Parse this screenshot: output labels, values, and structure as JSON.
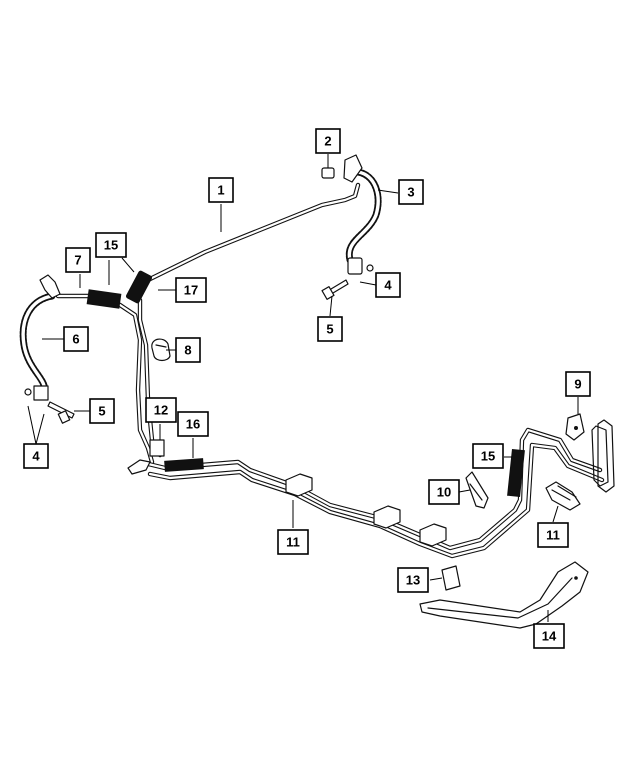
{
  "callouts": [
    {
      "id": "c1",
      "label": "1"
    },
    {
      "id": "c2",
      "label": "2"
    },
    {
      "id": "c3",
      "label": "3"
    },
    {
      "id": "c4a",
      "label": "4"
    },
    {
      "id": "c4b",
      "label": "4"
    },
    {
      "id": "c5a",
      "label": "5"
    },
    {
      "id": "c5b",
      "label": "5"
    },
    {
      "id": "c6",
      "label": "6"
    },
    {
      "id": "c7",
      "label": "7"
    },
    {
      "id": "c8",
      "label": "8"
    },
    {
      "id": "c9",
      "label": "9"
    },
    {
      "id": "c10",
      "label": "10"
    },
    {
      "id": "c11a",
      "label": "11"
    },
    {
      "id": "c11b",
      "label": "11"
    },
    {
      "id": "c12",
      "label": "12"
    },
    {
      "id": "c13",
      "label": "13"
    },
    {
      "id": "c14",
      "label": "14"
    },
    {
      "id": "c15a",
      "label": "15"
    },
    {
      "id": "c15b",
      "label": "15"
    },
    {
      "id": "c16",
      "label": "16"
    },
    {
      "id": "c17",
      "label": "17"
    }
  ]
}
